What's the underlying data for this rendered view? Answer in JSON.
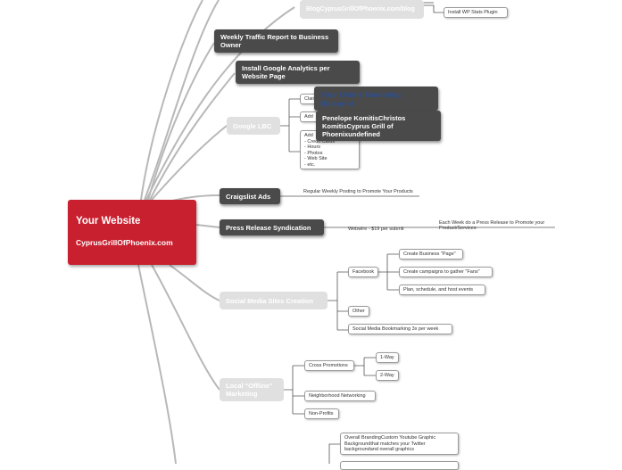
{
  "root": {
    "title": "Your Website",
    "subtitle": "CyprusGrillOfPhoenix.com"
  },
  "nodes": {
    "blog": "BlogCyprusGrillOfPhoenix.com/blog",
    "wp_stats": "Install WP Stats Plugin",
    "weekly_report": "Weekly Traffic Report to Business Owner",
    "analytics": "Install Google Analytics per Website Page",
    "google_lbc": "Google LBC",
    "lbc_claim": "Claim",
    "lbc_add": "Add",
    "lbc_add_list": "Add\n- Credit Cards\n- Hours\n- Photos\n- Web Site\n- etc.",
    "overlay_blueprint": "Your Online Marketing Blueprint",
    "overlay_person": "Penelope KomitisChristos KomitisCyprus Grill of Phoenixundefined",
    "craigslist": "Craigslist Ads",
    "craigslist_note": "Regular Weekly Posting to Promote Your Products",
    "press": "Press Release Syndication",
    "press_price": "Webwire - $19 per submit",
    "press_note": "Each Week do a Press Release to Promote your Product/Services",
    "social": "Social Media Sites Creation",
    "facebook": "Facebook",
    "fb_page": "Create Business \"Page\"",
    "fb_fans": "Create campaigns to gather \"Fans\"",
    "fb_plan": "Plan, schedule, and host events",
    "other": "Other",
    "bookmarking": "Social Media Bookmarking 3x per week",
    "offline": "Local \"Offline\" Marketing",
    "cross": "Cross Promotions",
    "way1": "1-Way",
    "way2": "2-Way",
    "networking": "Neighborhood Networking",
    "nonprofits": "Non-Profits",
    "branding": "Overall BrandingCustom Youtube Graphic Backgroundthat matches your Twitter backgroundand overall graphics"
  }
}
